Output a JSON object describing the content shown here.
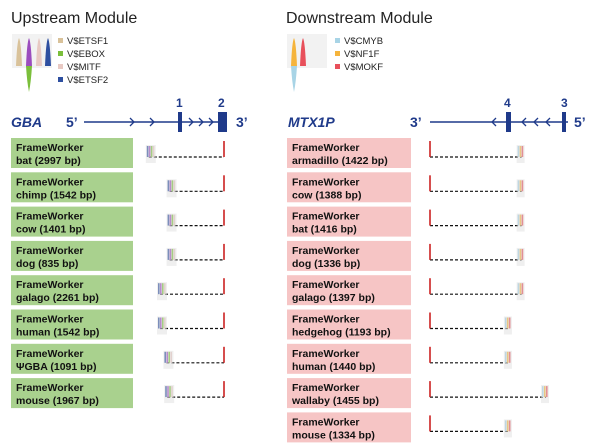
{
  "upstream": {
    "title": "Upstream Module",
    "legend": [
      {
        "label": "V$ETSF1",
        "color": "#d9c29a"
      },
      {
        "label": "V$EBOX",
        "color": "#7bbf3b"
      },
      {
        "label": "V$MITF",
        "color": "#e8c9c3"
      },
      {
        "label": "V$ETSF2",
        "color": "#2e4fa0"
      }
    ],
    "gene": "GBA",
    "strand_left": "5’",
    "strand_right": "3’",
    "exons": [
      "1",
      "2"
    ],
    "box_color": "#a9d18e",
    "rows": [
      {
        "line1": "FrameWorker",
        "line2": "bat (2997 bp)",
        "span": 0.94
      },
      {
        "line1": "FrameWorker",
        "line2": "chimp (1542 bp)",
        "span": 0.68
      },
      {
        "line1": "FrameWorker",
        "line2": "cow (1401 bp)",
        "span": 0.68
      },
      {
        "line1": "FrameWorker",
        "line2": "dog (835 bp)",
        "span": 0.68
      },
      {
        "line1": "FrameWorker",
        "line2": "galago (2261 bp)",
        "span": 0.8
      },
      {
        "line1": "FrameWorker",
        "line2": "human (1542 bp)",
        "span": 0.8
      },
      {
        "line1": "FrameWorker",
        "line2": "ΨGBA (1091 bp)",
        "span": 0.72
      },
      {
        "line1": "FrameWorker",
        "line2": "mouse (1967 bp)",
        "span": 0.71
      }
    ]
  },
  "downstream": {
    "title": "Downstream Module",
    "legend": [
      {
        "label": "V$CMYB",
        "color": "#a8d4e6"
      },
      {
        "label": "V$NF1F",
        "color": "#f5b43c"
      },
      {
        "label": "V$MOKF",
        "color": "#e8505b"
      }
    ],
    "gene": "MTX1P",
    "strand_left": "3’",
    "strand_right": "5’",
    "exons": [
      "4",
      "3"
    ],
    "box_color": "#f6c5c5",
    "rows": [
      {
        "line1": "FrameWorker",
        "line2": "armadillo (1422 bp)",
        "span": 0.79
      },
      {
        "line1": "FrameWorker",
        "line2": "cow (1388 bp)",
        "span": 0.79
      },
      {
        "line1": "FrameWorker",
        "line2": "bat (1416 bp)",
        "span": 0.79
      },
      {
        "line1": "FrameWorker",
        "line2": "dog (1336 bp)",
        "span": 0.79
      },
      {
        "line1": "FrameWorker",
        "line2": "galago (1397 bp)",
        "span": 0.79
      },
      {
        "line1": "FrameWorker",
        "line2": "hedgehog (1193 bp)",
        "span": 0.68
      },
      {
        "line1": "FrameWorker",
        "line2": "human (1440 bp)",
        "span": 0.68
      },
      {
        "line1": "FrameWorker",
        "line2": "wallaby (1455 bp)",
        "span": 1.0
      },
      {
        "line1": "FrameWorker",
        "line2": "mouse (1334 bp)",
        "span": 0.68
      }
    ]
  },
  "colors": {
    "axis": "#1f3a8a",
    "start_mark": "#cc2222",
    "dashed": "#111111"
  }
}
